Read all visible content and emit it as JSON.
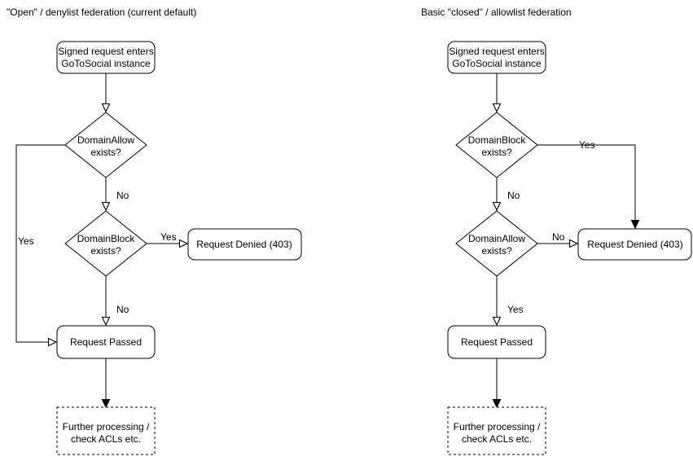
{
  "colors": {
    "background": "#ffffff",
    "stroke": "#000000",
    "text": "#000000"
  },
  "left_chart": {
    "title": "\"Open\" / denylist federation (current default)",
    "start": {
      "line1": "Signed request enters",
      "line2": "GoToSocial instance"
    },
    "decision_allow": {
      "line1": "DomainAllow",
      "line2": "exists?"
    },
    "decision_block": {
      "line1": "DomainBlock",
      "line2": "exists?"
    },
    "denied": "Request Denied (403)",
    "passed": "Request Passed",
    "further": {
      "line1": "Further processing /",
      "line2": "check ACLs etc."
    },
    "labels": {
      "allow_no": "No",
      "allow_yes": "Yes",
      "block_yes": "Yes",
      "block_no": "No"
    }
  },
  "right_chart": {
    "title": "Basic \"closed\" / allowlist federation",
    "start": {
      "line1": "Signed request enters",
      "line2": "GoToSocial instance"
    },
    "decision_block": {
      "line1": "DomainBlock",
      "line2": "exists?"
    },
    "decision_allow": {
      "line1": "DomainAllow",
      "line2": "exists?"
    },
    "denied": "Request Denied (403)",
    "passed": "Request Passed",
    "further": {
      "line1": "Further processing /",
      "line2": "check ACLs etc."
    },
    "labels": {
      "block_yes": "Yes",
      "block_no": "No",
      "allow_no": "No",
      "allow_yes": "Yes"
    }
  }
}
